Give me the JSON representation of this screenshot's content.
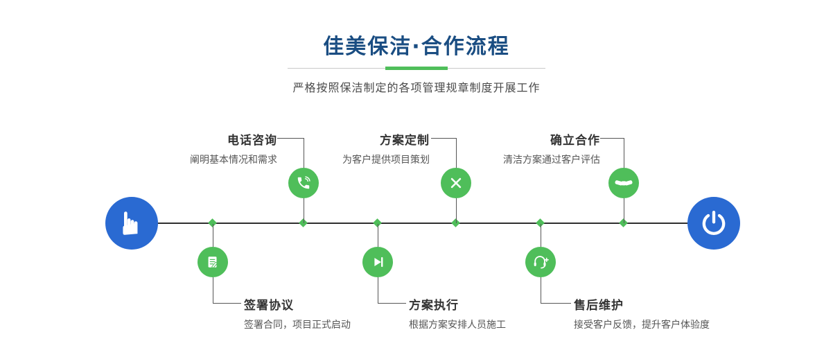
{
  "header": {
    "title": "佳美保洁·合作流程",
    "subtitle": "严格按照保洁制定的各项管理规章制度开展工作"
  },
  "flow": {
    "start_icon": "hand-pointer-icon",
    "end_icon": "power-icon",
    "steps_top": [
      {
        "title": "电话咨询",
        "desc": "阐明基本情况和需求",
        "icon": "phone-icon"
      },
      {
        "title": "方案定制",
        "desc": "为客户提供项目策划",
        "icon": "pencil-ruler-icon"
      },
      {
        "title": "确立合作",
        "desc": "清洁方案通过客户评估",
        "icon": "handshake-icon"
      }
    ],
    "steps_bottom": [
      {
        "title": "签署协议",
        "desc": "签署合同，项目正式启动",
        "icon": "document-pen-icon"
      },
      {
        "title": "方案执行",
        "desc": "根据方案安排人员施工",
        "icon": "play-icon"
      },
      {
        "title": "售后维护",
        "desc": "接受客户反馈，提升客户体验度",
        "icon": "headset-plus-icon"
      }
    ]
  },
  "colors": {
    "title_navy": "#1a4d82",
    "accent_green": "#4fbe5a",
    "accent_blue": "#2a6ad2"
  }
}
